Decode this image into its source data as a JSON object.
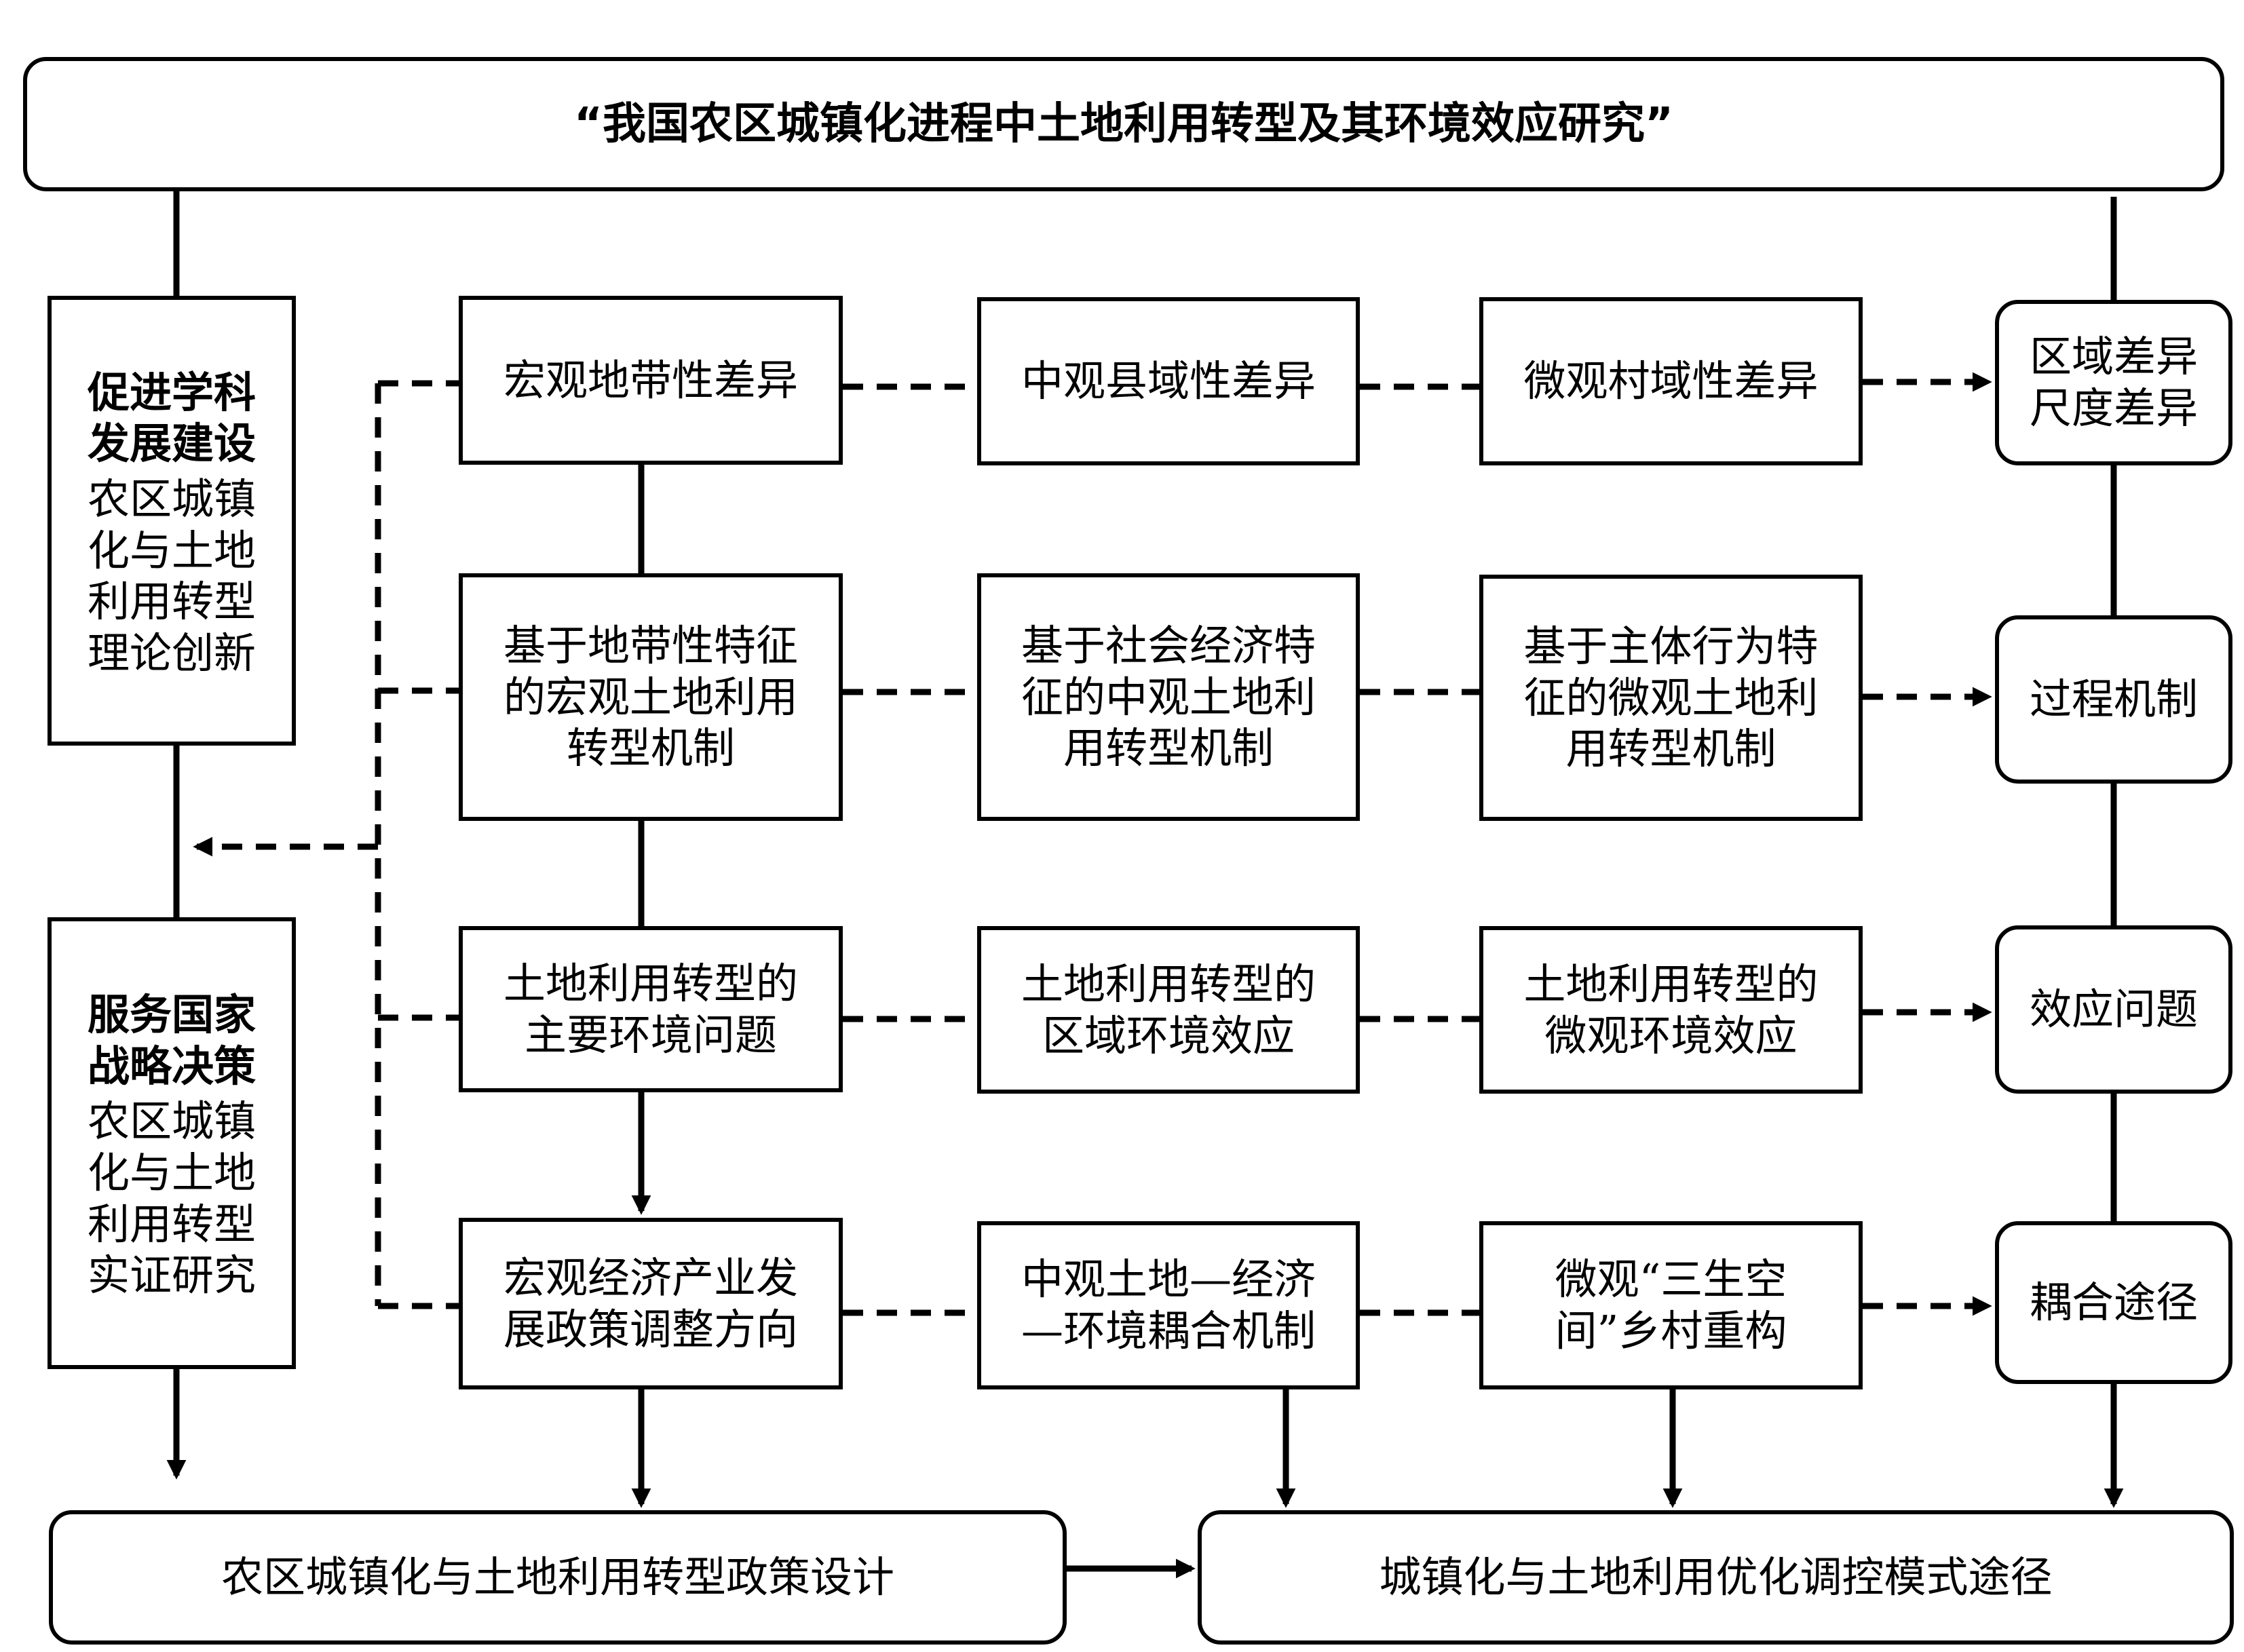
{
  "title": "“我国农区城镇化进程中土地利用转型及其环境效应研究”",
  "left_panels": [
    {
      "heading": "促进学科\n发展建设",
      "body": "农区城镇\n化与土地\n利用转型\n理论创新"
    },
    {
      "heading": "服务国家\n战略决策",
      "body": "农区城镇\n化与土地\n利用转型\n实证研究"
    }
  ],
  "grid": {
    "rows": [
      {
        "macro": "宏观地带性差异",
        "meso": "中观县域性差异",
        "micro": "微观村域性差异",
        "right": "区域差异\n尺度差异"
      },
      {
        "macro": "基于地带性特征\n的宏观土地利用\n转型机制",
        "meso": "基于社会经济特\n征的中观土地利\n用转型机制",
        "micro": "基于主体行为特\n征的微观土地利\n用转型机制",
        "right": "过程机制"
      },
      {
        "macro": "土地利用转型的\n主要环境问题",
        "meso": "土地利用转型的\n区域环境效应",
        "micro": "土地利用转型的\n微观环境效应",
        "right": "效应问题"
      },
      {
        "macro": "宏观经济产业发\n展政策调整方向",
        "meso": "中观土地—经济\n—环境耦合机制",
        "micro": "微观“三生空\n间”乡村重构",
        "right": "耦合途径"
      }
    ]
  },
  "bottom": {
    "left": "农区城镇化与土地利用转型政策设计",
    "right": "城镇化与土地利用优化调控模式途径"
  }
}
